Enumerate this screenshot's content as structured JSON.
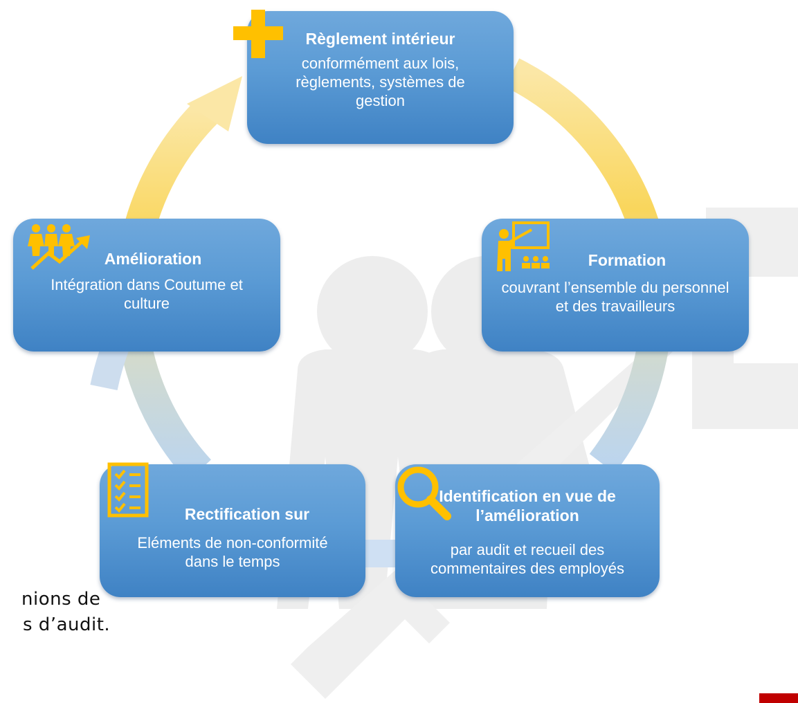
{
  "boxes": {
    "top": {
      "title": "Règlement intérieur",
      "desc": "conformément aux lois, règlements, systèmes de gestion",
      "icon": "plus-icon"
    },
    "right": {
      "title": "Formation",
      "desc": "couvrant l’ensemble du personnel et des travailleurs",
      "icon": "teacher-presentation-icon"
    },
    "bottom_right": {
      "title": "Identification en vue de l’amélioration",
      "desc": "par audit et recueil des commentaires des employés",
      "icon": "magnifier-icon"
    },
    "bottom_left": {
      "title": "Rectification sur",
      "desc": "Eléments de non-conformité dans le temps",
      "icon": "checklist-icon"
    },
    "left": {
      "title": "Amélioration",
      "desc": "Intégration dans Coutume et culture",
      "icon": "people-growth-icon"
    }
  },
  "partial_text": {
    "line1": "nions de",
    "line2": "s d’audit."
  },
  "colors": {
    "box_blue": "#5b9bd5",
    "icon_gold": "#ffc000",
    "ring_yellow": "#f9d65c",
    "ring_blue": "#b9d3ee",
    "accent_red": "#c00000"
  }
}
